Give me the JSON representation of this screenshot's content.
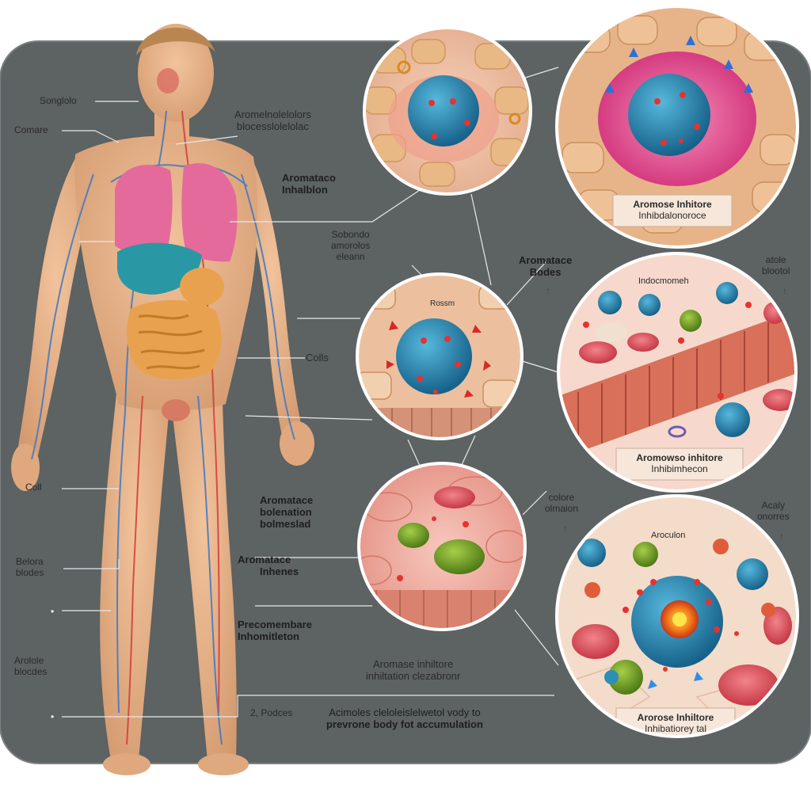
{
  "labels": {
    "body_left": {
      "l1": "Songlolo",
      "l2": "Comare",
      "l3": "Coll",
      "l4a": "Belora",
      "l4b": "blodes",
      "l5a": "Arolole",
      "l5b": "blocdes"
    },
    "center": {
      "c1a": "Aromelnolelolors",
      "c1b": "blocesslolelolac",
      "c2a": "Aromataco",
      "c2b": "Inhalblon",
      "c3a": "Sobondo",
      "c3b": "amorolos",
      "c3c": "eleann",
      "c4": "Colls",
      "c5a": "Aromatace",
      "c5b": "bolenation",
      "c5c": "bolmeslad",
      "c6a": "Aromatace",
      "c6b": "Inhenes",
      "c7a": "Precomembare",
      "c7b": "Inhomitleton",
      "c8a": "Aromase inhiltore",
      "c8b": "inhiltation clezabronr",
      "c9": "2, Podces",
      "c10a": "Acimoles cleloleislelwetol vody to",
      "c10b": "prevrone body fot accumulation"
    },
    "right": {
      "r1a": "Aromatace",
      "r1b": "Bodes",
      "r2a": "atole",
      "r2b": "blootol",
      "r3a": "colore",
      "r3b": "olmaion",
      "r4a": "Acaly",
      "r4b": "onorres"
    },
    "bubbles": {
      "b2_caption_a": "Aromose Inhitore",
      "b2_caption_b": "Inhibdalonoroce",
      "b3_tag": "Rossm",
      "b4_tag": "Indocmomeh",
      "b4_caption_a": "Aromowso inhitore",
      "b4_caption_b": "Inhibimhecon",
      "b6_tag": "Aroculon",
      "b6_caption_a": "Arorose Inhiltore",
      "b6_caption_b": "Inhibatiorey tal"
    }
  },
  "colors": {
    "panel": "#5e6364",
    "skin": "#e8b48c",
    "vein": "#3b78c4",
    "artery": "#d53a3a",
    "lung": "#e06a9a",
    "liver": "#2fa0a8",
    "intestine": "#e7a245",
    "cell_blue": "#2d8fb8",
    "cell_pink": "#e8579a",
    "cell_green": "#79a62a",
    "rbc": "#e0515e"
  }
}
